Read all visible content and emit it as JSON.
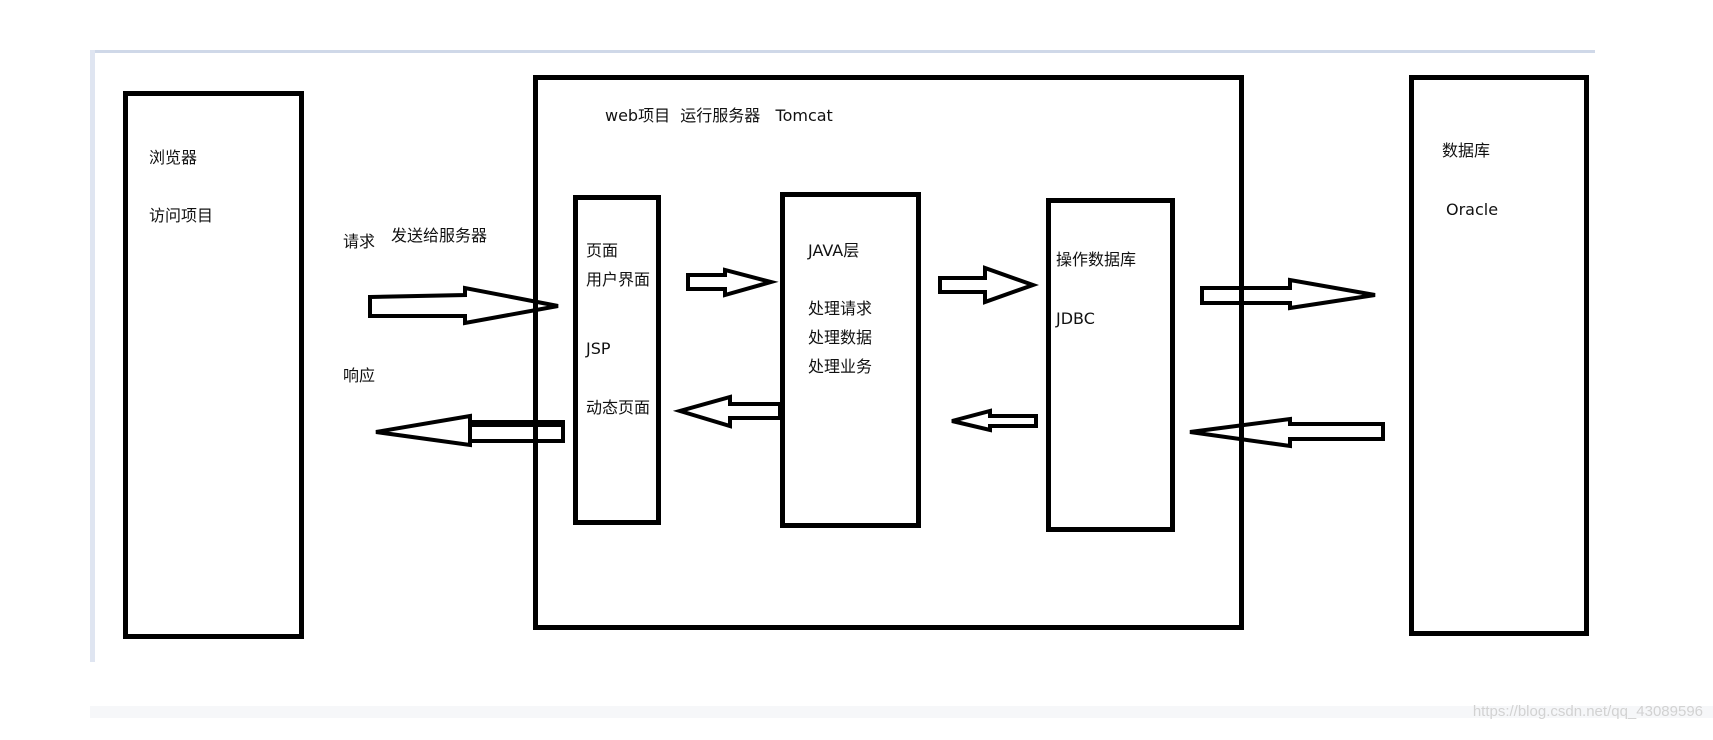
{
  "browser": {
    "title": "浏览器",
    "subtitle": "访问项目"
  },
  "request": {
    "label": "请求",
    "sublabel": "发送给服务器"
  },
  "response": {
    "label": "响应"
  },
  "server": {
    "title": "web项目  运行服务器   Tomcat"
  },
  "page_layer": {
    "line1": "页面",
    "line2": "用户界面",
    "line3": "JSP",
    "line4": "动态页面"
  },
  "java_layer": {
    "title": "JAVA层",
    "line1": "处理请求",
    "line2": "处理数据",
    "line3": "处理业务"
  },
  "db_layer": {
    "title": "操作数据库",
    "subtitle": "JDBC"
  },
  "database": {
    "title": "数据库",
    "subtitle": "Oracle"
  },
  "watermark": "https://blog.csdn.net/qq_43089596"
}
